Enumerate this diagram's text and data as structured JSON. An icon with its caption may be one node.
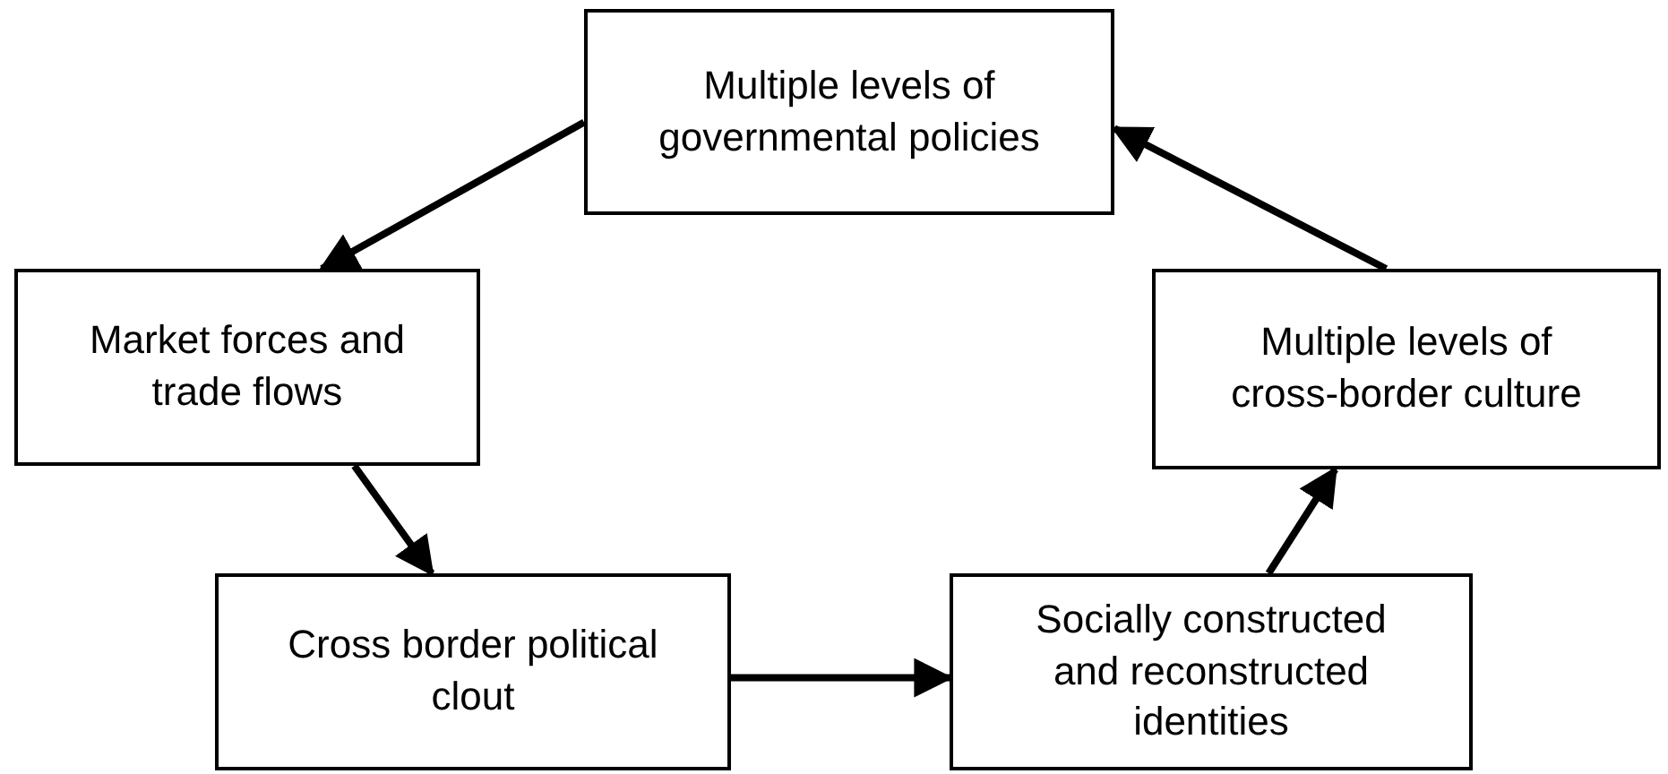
{
  "diagram": {
    "nodes": [
      {
        "text": [
          "Multiple levels of governmental policies"
        ]
      },
      {
        "text": [
          "Market forces and trade flows"
        ]
      },
      {
        "text": [
          "Cross border political clout"
        ]
      },
      {
        "text": [
          "Socially constructed and reconstructed identities"
        ]
      },
      {
        "text": [
          "Multiple levels of cross-border culture"
        ]
      }
    ],
    "edges": [
      {
        "from": 0,
        "to": 1,
        "arrow": "to"
      },
      {
        "from": 1,
        "to": 2,
        "arrow": "to"
      },
      {
        "from": 2,
        "to": 3,
        "arrow": "to"
      },
      {
        "from": 3,
        "to": 4,
        "arrow": "to"
      },
      {
        "from": 4,
        "to": 0,
        "arrow": "to"
      }
    ]
  }
}
